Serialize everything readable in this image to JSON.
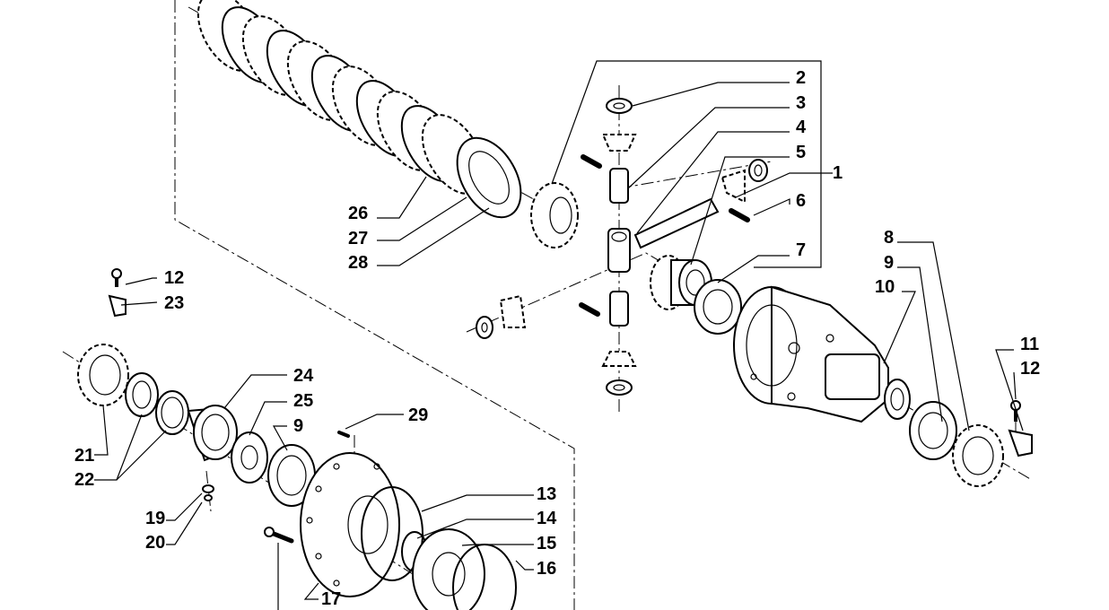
{
  "labels": {
    "l1": "1",
    "l2": "2",
    "l3": "3",
    "l4": "4",
    "l5": "5",
    "l6": "6",
    "l7": "7",
    "l8": "8",
    "l9a": "9",
    "l9b": "9",
    "l10": "10",
    "l11": "11",
    "l12a": "12",
    "l12b": "12",
    "l13": "13",
    "l14": "14",
    "l15": "15",
    "l16": "16",
    "l17": "17",
    "l19": "19",
    "l20": "20",
    "l21": "21",
    "l22": "22",
    "l23": "23",
    "l24": "24",
    "l25": "25",
    "l26": "26",
    "l27": "27",
    "l28": "28",
    "l29": "29"
  }
}
